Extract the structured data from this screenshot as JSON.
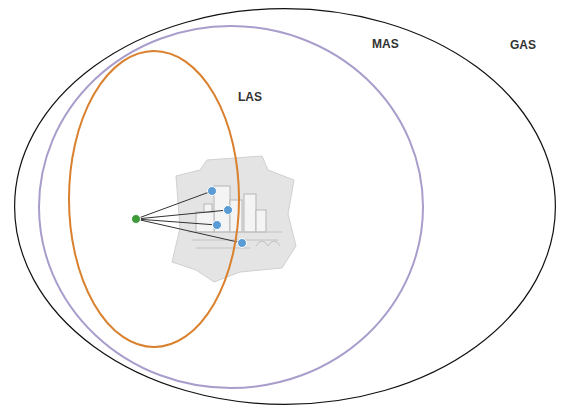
{
  "diagram": {
    "nodes": [
      {
        "text": [
          "GAS"
        ]
      },
      {
        "text": [
          "MAS"
        ],
        "in": 0
      },
      {
        "text": [
          "LAS"
        ],
        "in": 1
      }
    ]
  }
}
